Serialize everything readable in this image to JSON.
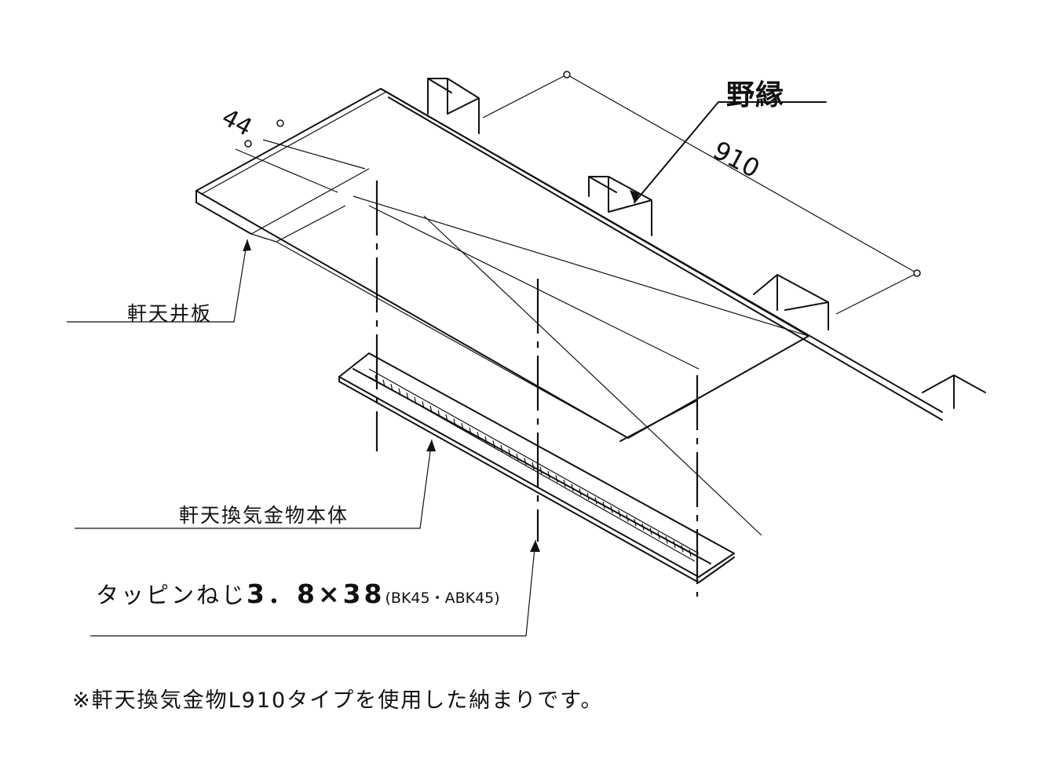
{
  "labels": {
    "nobuchi": "野縁",
    "noki_tenjo_ita": "軒天井板",
    "hontai": "軒天換気金物本体",
    "screw_name": "タッピンねじ",
    "screw_size": "3．8×38",
    "screw_model": "(BK45・ABK45)",
    "dim_44": "44",
    "dim_910": "910"
  },
  "note": "※軒天換気金物L910タイプを使用した納まりです。"
}
